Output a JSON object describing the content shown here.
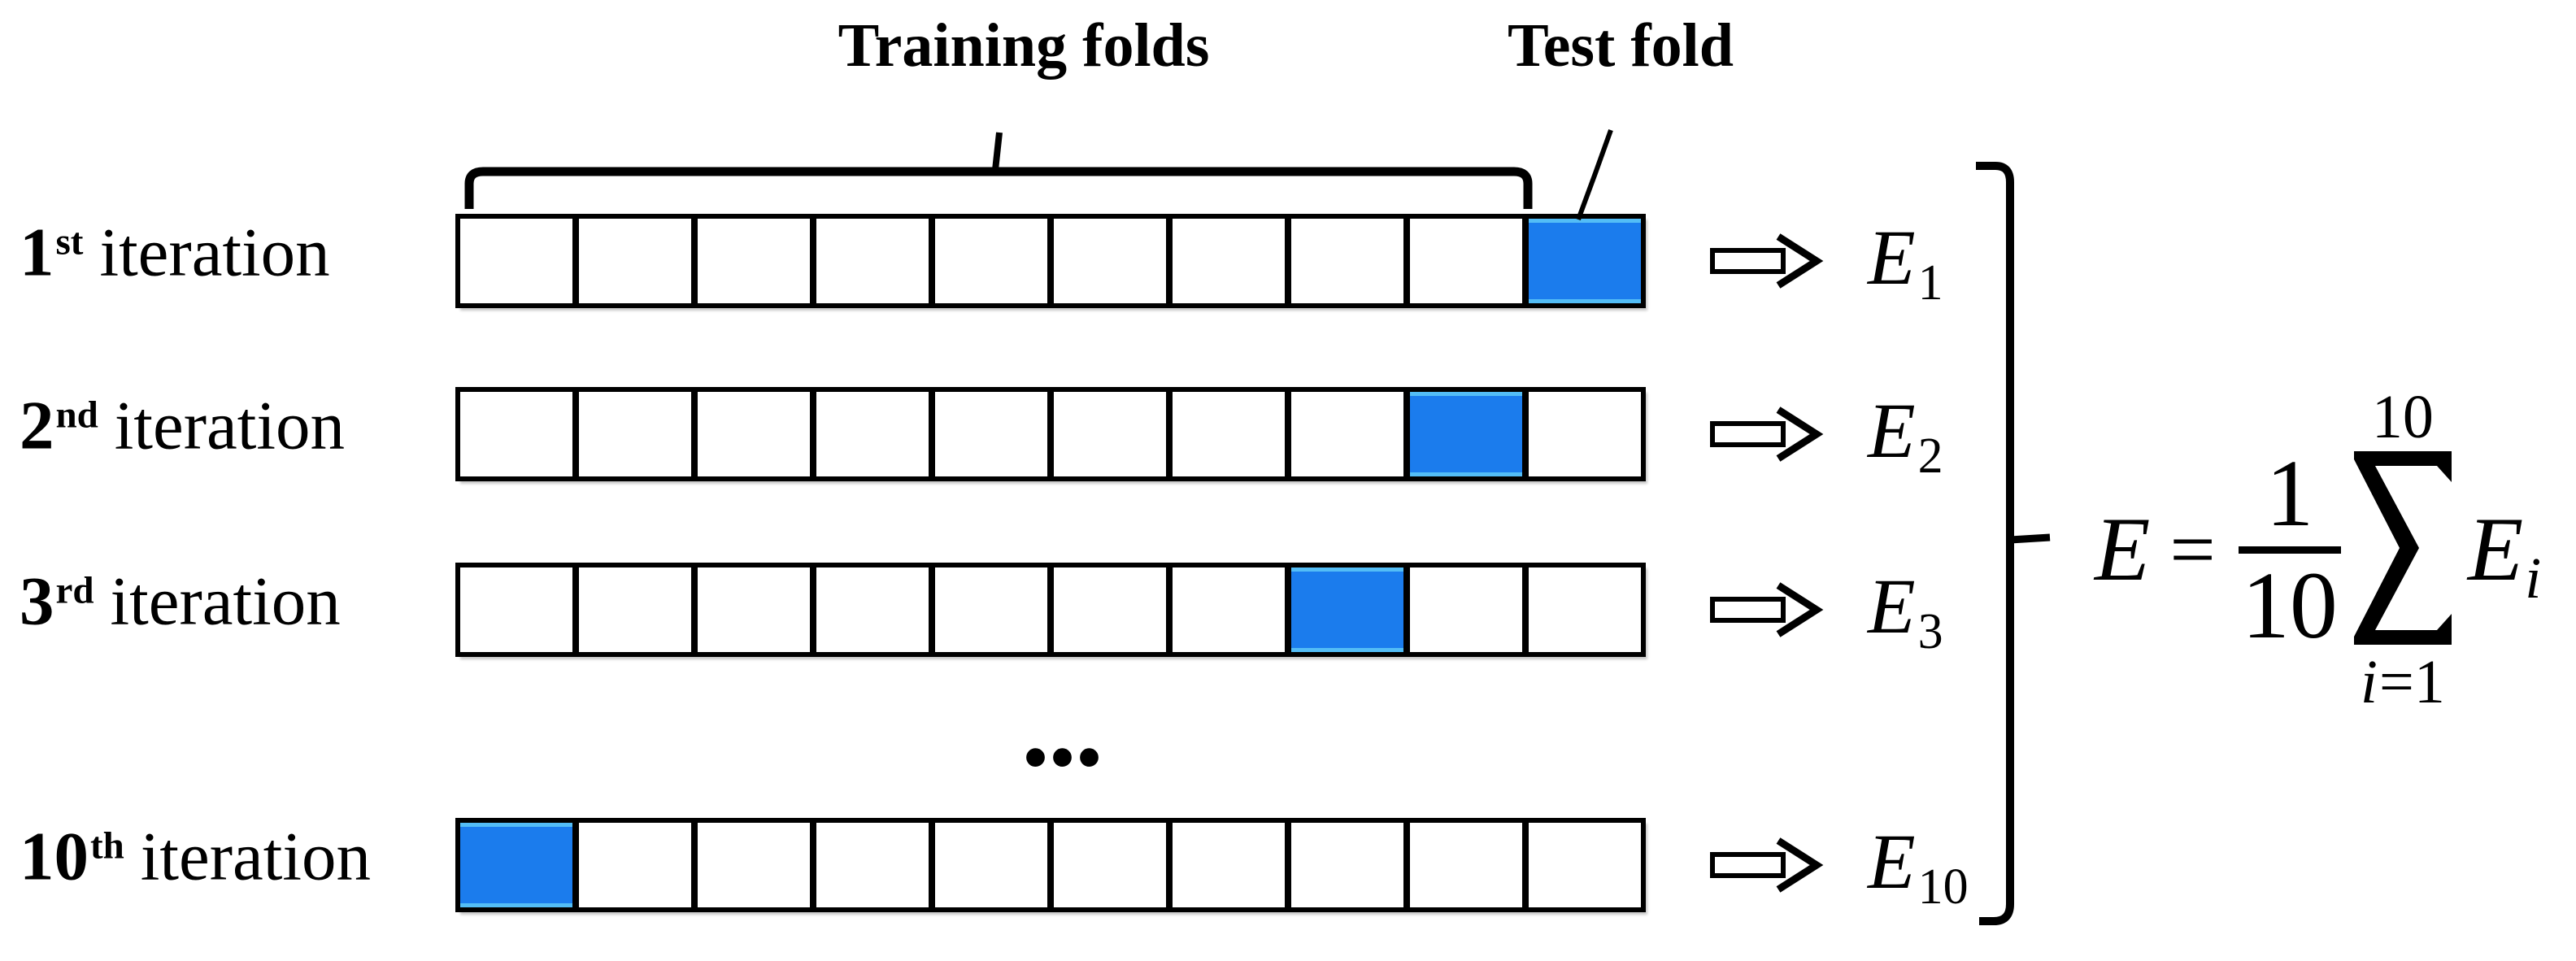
{
  "header": {
    "training_folds_label": "Training folds",
    "test_fold_label": "Test fold"
  },
  "folds_per_row": 10,
  "iterations": [
    {
      "ordinal": "1",
      "suffix": "st",
      "word": "iteration",
      "test_fold_index": 9,
      "error_base": "E",
      "error_subscript": "1"
    },
    {
      "ordinal": "2",
      "suffix": "nd",
      "word": "iteration",
      "test_fold_index": 8,
      "error_base": "E",
      "error_subscript": "2"
    },
    {
      "ordinal": "3",
      "suffix": "rd",
      "word": "iteration",
      "test_fold_index": 7,
      "error_base": "E",
      "error_subscript": "3"
    },
    {
      "ordinal": "10",
      "suffix": "th",
      "word": "iteration",
      "test_fold_index": 0,
      "error_base": "E",
      "error_subscript": "10"
    }
  ],
  "ellipsis": "...",
  "formula": {
    "lhs": "E",
    "equals": "=",
    "fraction": {
      "numerator": "1",
      "denominator": "10"
    },
    "sum_symbol": "∑",
    "upper_limit": "10",
    "lower_limit_var": "i",
    "lower_limit_rel": "=",
    "lower_limit_value": "1",
    "term_base": "E",
    "term_subscript": "i"
  },
  "colors": {
    "test_fold_fill": "#1b7ced",
    "test_fold_highlight": "#53bdf6",
    "ink": "#000000",
    "background": "#ffffff"
  }
}
